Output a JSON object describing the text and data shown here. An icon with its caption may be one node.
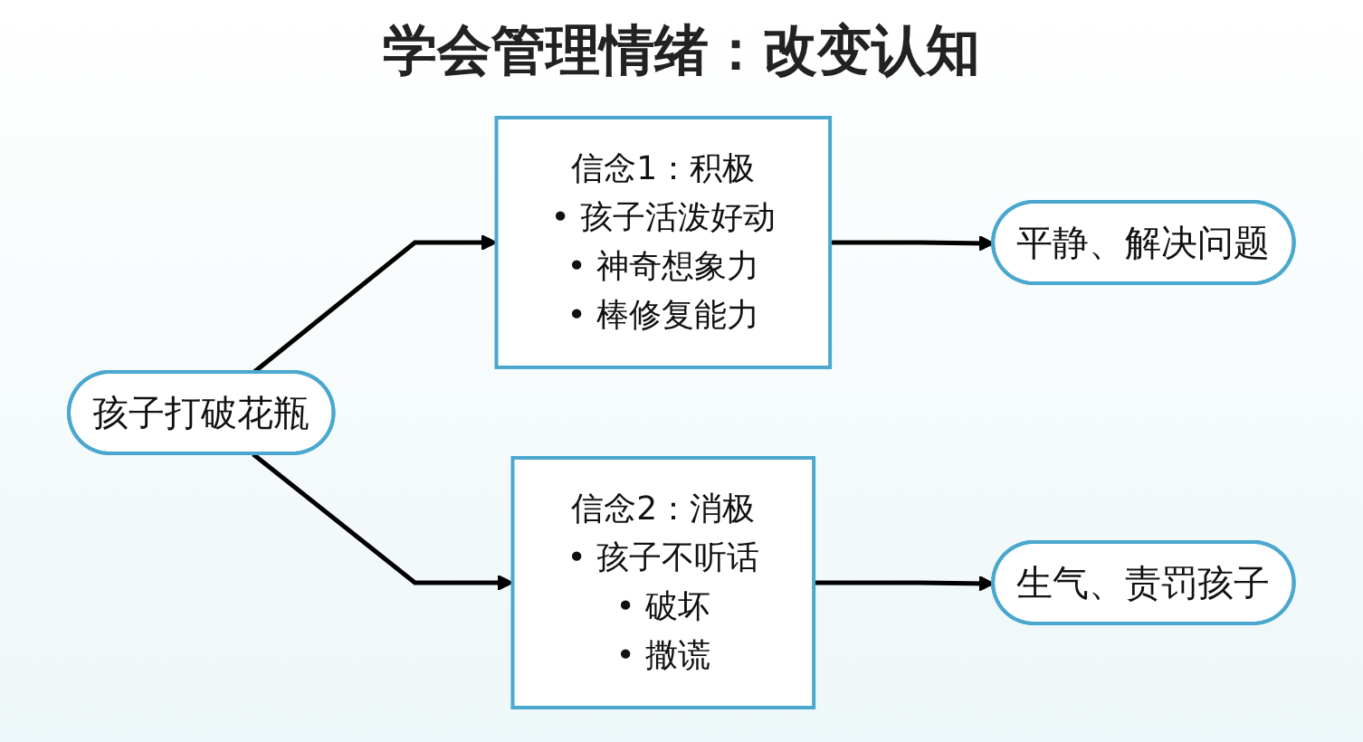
{
  "diagram": {
    "title": "学会管理情绪：改变认知",
    "nodes": [
      {
        "text": [
          "孩子打破花瓶"
        ]
      },
      {
        "text": [
          "信念1：积极",
          "• 孩子活泼好动",
          "• 神奇想象力",
          "• 棒修复能力"
        ]
      },
      {
        "text": [
          "平静、解决问题"
        ]
      },
      {
        "text": [
          "信念2：消极",
          "• 孩子不听话",
          "• 破坏",
          "• 撒谎"
        ]
      },
      {
        "text": [
          "生气、责罚孩子"
        ]
      }
    ],
    "edges": [
      {
        "from": 0,
        "to": 1,
        "arrow": "to"
      },
      {
        "from": 1,
        "to": 2,
        "arrow": "to"
      },
      {
        "from": 0,
        "to": 3,
        "arrow": "to"
      },
      {
        "from": 3,
        "to": 4,
        "arrow": "to"
      }
    ]
  }
}
